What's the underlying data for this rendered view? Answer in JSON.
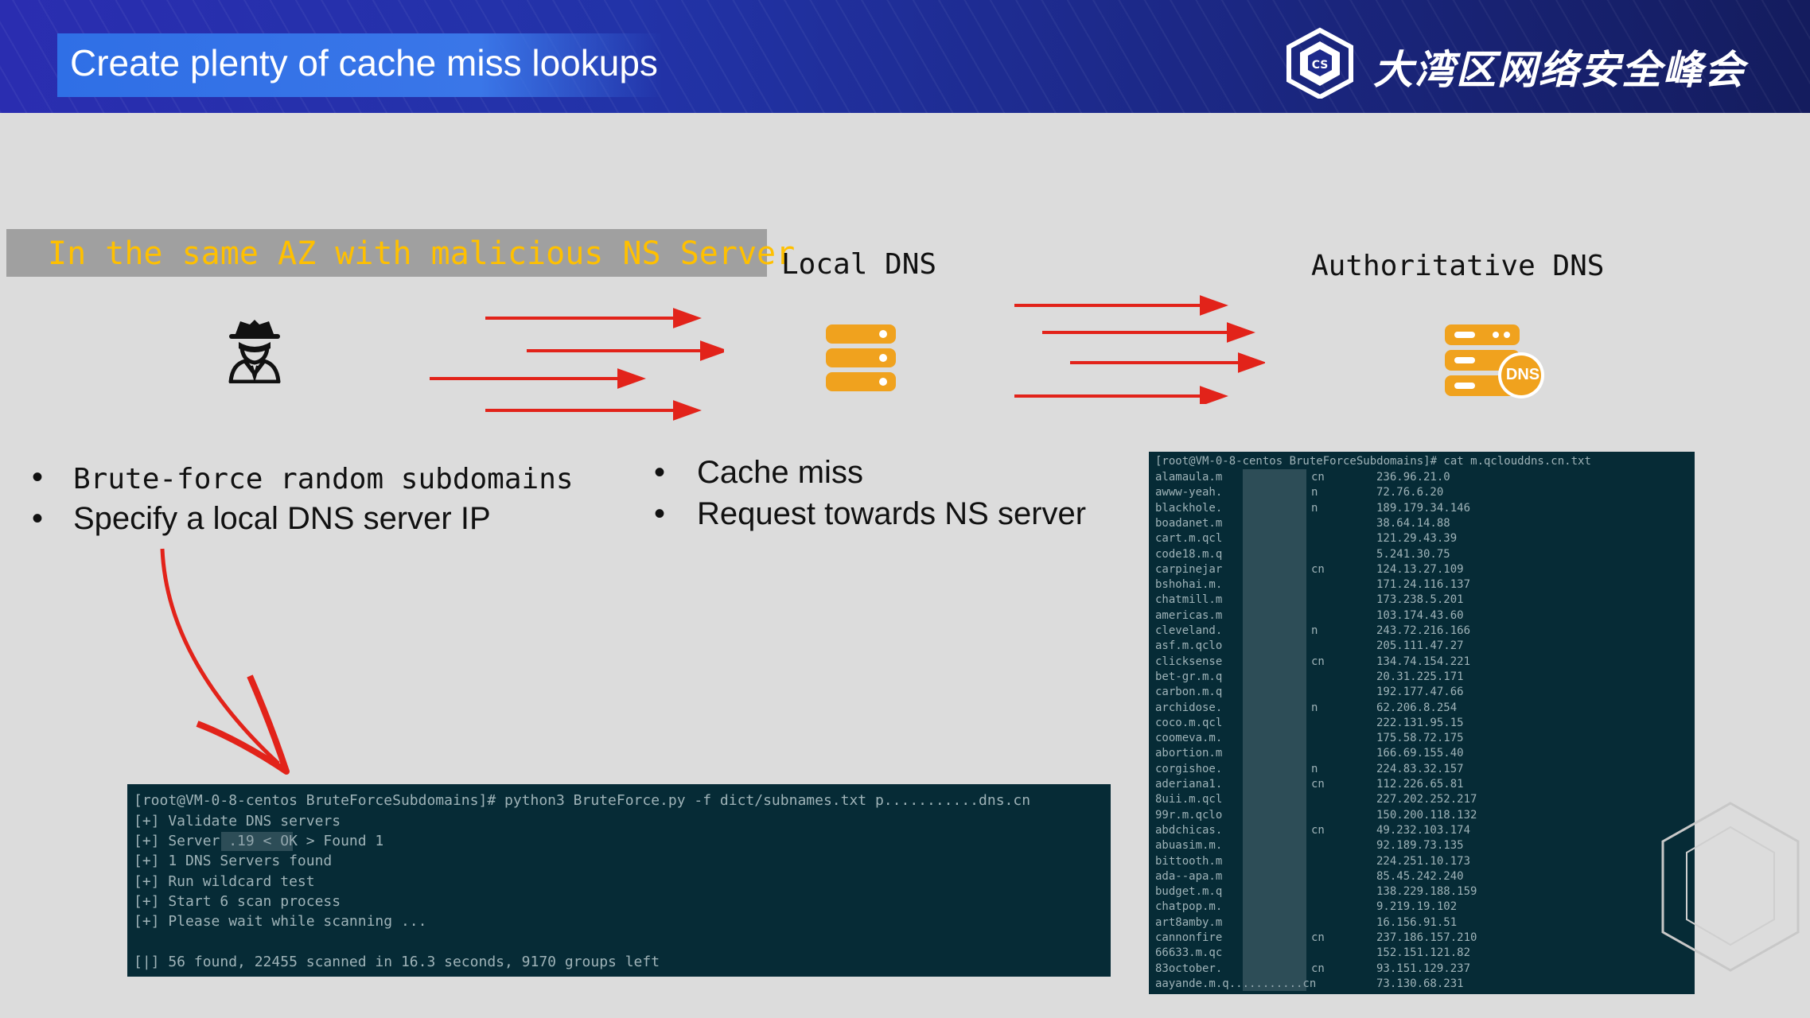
{
  "header": {
    "title": "Create plenty of cache miss lookups",
    "brand": "大湾区网络安全峰会",
    "logo_name": "bcs-hex-logo"
  },
  "diagram": {
    "az_label": "In the same AZ with malicious NS Server",
    "local_dns_label": "Local DNS",
    "auth_dns_label": "Authoritative DNS",
    "dns_badge": "DNS",
    "accent_color": "#f0a21e",
    "arrow_color": "#e2231a",
    "highlight_color": "#ffc000"
  },
  "attacker_bullets": [
    "Brute-force random subdomains",
    "Specify a local DNS server IP"
  ],
  "local_bullets": [
    "Cache miss",
    "Request towards NS server"
  ],
  "terminal_bruteforce": {
    "lines": [
      "[root@VM-0-8-centos BruteForceSubdomains]# python3 BruteForce.py -f dict/subnames.txt p...........dns.cn",
      "[+] Validate DNS servers",
      "[+] Server          .19      < OK >    Found 1",
      "[+] 1 DNS Servers found",
      "[+] Run wildcard test",
      "[+] Start 6 scan process",
      "[+] Please wait while scanning ...",
      "",
      "[|] 56 found, 22455 scanned in 16.3 seconds, 9170 groups left"
    ]
  },
  "terminal_results": {
    "command": "[root@VM-0-8-centos BruteForceSubdomains]# cat m.qclouddns.cn.txt",
    "rows": [
      {
        "name": "alamaula.m",
        "tail": "cn",
        "ip": "236.96.21.0"
      },
      {
        "name": "awww-yeah.",
        "tail": "n",
        "ip": "72.76.6.20"
      },
      {
        "name": "blackhole.",
        "tail": "n",
        "ip": "189.179.34.146"
      },
      {
        "name": "boadanet.m",
        "tail": "",
        "ip": "38.64.14.88"
      },
      {
        "name": "cart.m.qcl",
        "tail": "",
        "ip": "121.29.43.39"
      },
      {
        "name": "code18.m.q",
        "tail": "",
        "ip": "5.241.30.75"
      },
      {
        "name": "carpinejar",
        "tail": "cn",
        "ip": "124.13.27.109"
      },
      {
        "name": "bshohai.m.",
        "tail": "",
        "ip": "171.24.116.137"
      },
      {
        "name": "chatmill.m",
        "tail": "",
        "ip": "173.238.5.201"
      },
      {
        "name": "americas.m",
        "tail": "",
        "ip": "103.174.43.60"
      },
      {
        "name": "cleveland.",
        "tail": "n",
        "ip": "243.72.216.166"
      },
      {
        "name": "asf.m.qclo",
        "tail": "",
        "ip": "205.111.47.27"
      },
      {
        "name": "clicksense",
        "tail": "cn",
        "ip": "134.74.154.221"
      },
      {
        "name": "bet-gr.m.q",
        "tail": "",
        "ip": "20.31.225.171"
      },
      {
        "name": "carbon.m.q",
        "tail": "",
        "ip": "192.177.47.66"
      },
      {
        "name": "archidose.",
        "tail": "n",
        "ip": "62.206.8.254"
      },
      {
        "name": "coco.m.qcl",
        "tail": "",
        "ip": "222.131.95.15"
      },
      {
        "name": "coomeva.m.",
        "tail": "",
        "ip": "175.58.72.175"
      },
      {
        "name": "abortion.m",
        "tail": "",
        "ip": "166.69.155.40"
      },
      {
        "name": "corgishoe.",
        "tail": "n",
        "ip": "224.83.32.157"
      },
      {
        "name": "aderiana1.",
        "tail": "cn",
        "ip": "112.226.65.81"
      },
      {
        "name": "8uii.m.qcl",
        "tail": "",
        "ip": "227.202.252.217"
      },
      {
        "name": "99r.m.qclo",
        "tail": "",
        "ip": "150.200.118.132"
      },
      {
        "name": "abdchicas.",
        "tail": "cn",
        "ip": "49.232.103.174"
      },
      {
        "name": "abuasim.m.",
        "tail": "",
        "ip": "92.189.73.135"
      },
      {
        "name": "bittooth.m",
        "tail": "",
        "ip": "224.251.10.173"
      },
      {
        "name": "ada--apa.m",
        "tail": "",
        "ip": "85.45.242.240"
      },
      {
        "name": "budget.m.q",
        "tail": "",
        "ip": "138.229.188.159"
      },
      {
        "name": "chatpop.m.",
        "tail": "",
        "ip": "9.219.19.102"
      },
      {
        "name": "art8amby.m",
        "tail": "",
        "ip": "16.156.91.51"
      },
      {
        "name": "cannonfire",
        "tail": "cn",
        "ip": "237.186.157.210"
      },
      {
        "name": "66633.m.qc",
        "tail": "",
        "ip": "152.151.121.82"
      },
      {
        "name": "83october.",
        "tail": "cn",
        "ip": "93.151.129.237"
      },
      {
        "name": "aayande.m.q...........cn",
        "tail": "",
        "ip": "73.130.68.231"
      }
    ]
  }
}
